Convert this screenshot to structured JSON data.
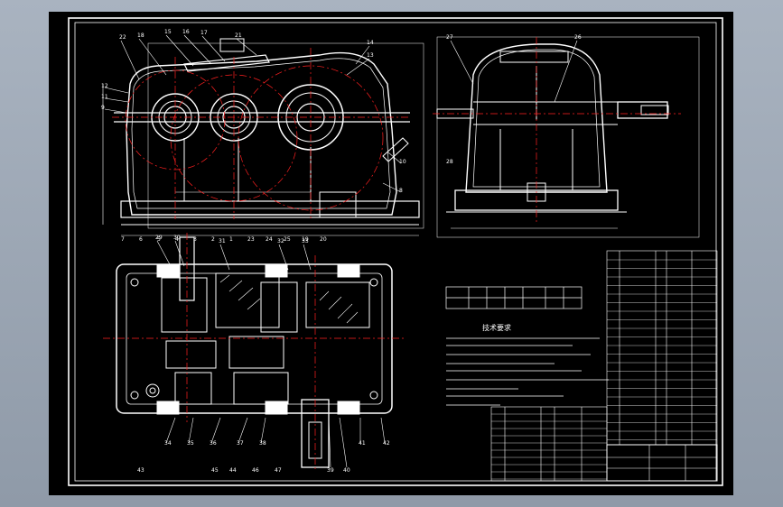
{
  "colors": {
    "background": "#9aa5b3",
    "sheet": "#000000",
    "line": "#ffffff",
    "centerline": "#ff2020",
    "hatch": "#ffffff"
  },
  "drawing": {
    "notes_title": "技术要求"
  },
  "balloons": {
    "front": [
      "22",
      "18",
      "15",
      "16",
      "17",
      "21",
      "14",
      "13",
      "12",
      "11",
      "9",
      "10",
      "8",
      "7",
      "6",
      "5",
      "4",
      "3",
      "2",
      "1",
      "23",
      "24",
      "25",
      "19",
      "20"
    ],
    "side": [
      "27",
      "26",
      "28"
    ],
    "top": [
      "29",
      "30",
      "31",
      "32",
      "33",
      "34",
      "35",
      "36",
      "37",
      "38",
      "39",
      "40",
      "41",
      "42",
      "43",
      "44",
      "45",
      "46",
      "47"
    ]
  }
}
